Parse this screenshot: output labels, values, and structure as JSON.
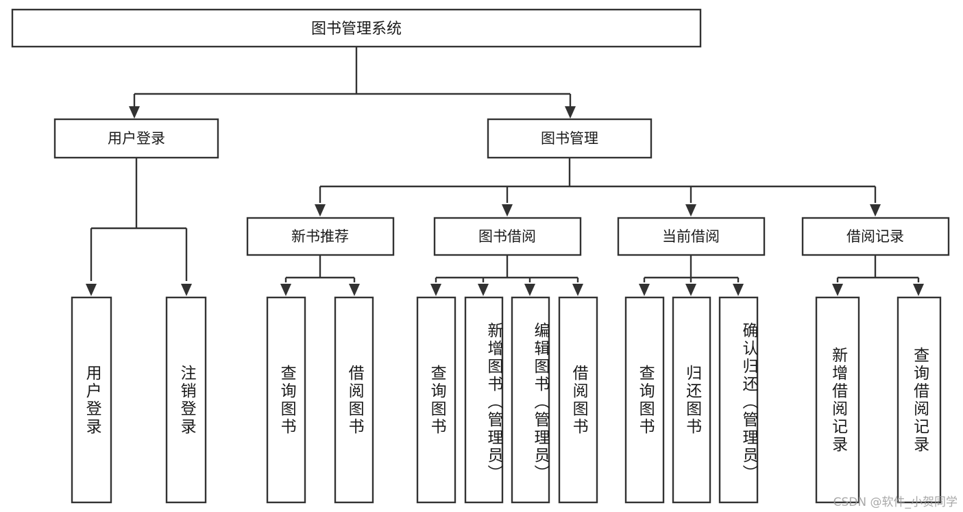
{
  "diagram": {
    "title": "图书管理系统",
    "type": "hierarchy-tree",
    "orientation": "top-down",
    "root": {
      "id": "root",
      "label": "图书管理系统",
      "text_direction": "horizontal"
    },
    "level2": [
      {
        "id": "user-login",
        "label": "用户登录",
        "text_direction": "horizontal"
      },
      {
        "id": "book-manage",
        "label": "图书管理",
        "text_direction": "horizontal"
      }
    ],
    "level3": [
      {
        "id": "new-book-recommend",
        "label": "新书推荐",
        "parent": "book-manage",
        "text_direction": "horizontal"
      },
      {
        "id": "book-borrow",
        "label": "图书借阅",
        "parent": "book-manage",
        "text_direction": "horizontal"
      },
      {
        "id": "current-borrow",
        "label": "当前借阅",
        "parent": "book-manage",
        "text_direction": "horizontal"
      },
      {
        "id": "borrow-record",
        "label": "借阅记录",
        "parent": "book-manage",
        "text_direction": "horizontal"
      }
    ],
    "leaves": [
      {
        "id": "leaf-user-login",
        "label": "用户登录",
        "parent": "user-login",
        "text_direction": "vertical"
      },
      {
        "id": "leaf-logout-login",
        "label": "注销登录",
        "parent": "user-login",
        "text_direction": "vertical"
      },
      {
        "id": "leaf-query-book-1",
        "label": "查询图书",
        "parent": "new-book-recommend",
        "text_direction": "vertical"
      },
      {
        "id": "leaf-borrow-book-1",
        "label": "借阅图书",
        "parent": "new-book-recommend",
        "text_direction": "vertical"
      },
      {
        "id": "leaf-query-book-2",
        "label": "查询图书",
        "parent": "book-borrow",
        "text_direction": "vertical"
      },
      {
        "id": "leaf-add-book",
        "label": "新增图书（管理员）",
        "parent": "book-borrow",
        "text_direction": "vertical"
      },
      {
        "id": "leaf-edit-book",
        "label": "编辑图书（管理员）",
        "parent": "book-borrow",
        "text_direction": "vertical"
      },
      {
        "id": "leaf-borrow-book-2",
        "label": "借阅图书",
        "parent": "book-borrow",
        "text_direction": "vertical"
      },
      {
        "id": "leaf-query-book-3",
        "label": "查询图书",
        "parent": "current-borrow",
        "text_direction": "vertical"
      },
      {
        "id": "leaf-return-book",
        "label": "归还图书",
        "parent": "current-borrow",
        "text_direction": "vertical"
      },
      {
        "id": "leaf-confirm-return",
        "label": "确认归还（管理员）",
        "parent": "current-borrow",
        "text_direction": "vertical"
      },
      {
        "id": "leaf-add-record",
        "label": "新增借阅记录",
        "parent": "borrow-record",
        "text_direction": "vertical"
      },
      {
        "id": "leaf-query-record",
        "label": "查询借阅记录",
        "parent": "borrow-record",
        "text_direction": "vertical"
      }
    ],
    "colors": {
      "stroke": "#323232",
      "fill": "#ffffff",
      "text": "#1a1a1a",
      "watermark": "#9a9a9a"
    }
  },
  "watermark": {
    "text": "CSDN @软件_小贺同学"
  }
}
